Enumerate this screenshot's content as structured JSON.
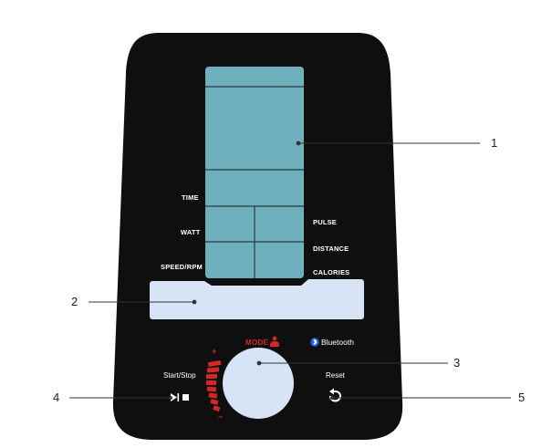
{
  "labels": {
    "time": "TIME",
    "watt": "WATT",
    "speed_rpm": "SPEED/RPM",
    "pulse": "PULSE",
    "distance": "DISTANCE",
    "calories": "CALORIES",
    "mode": "MODE",
    "bluetooth": "Bluetooth",
    "start_stop": "Start/Stop",
    "reset": "Reset",
    "plus": "+",
    "minus": "−"
  },
  "callouts": [
    "1",
    "2",
    "3",
    "4",
    "5"
  ],
  "colors": {
    "console_body": "#0f0f0f",
    "lcd_screen": "#6fb0be",
    "lcd_lines": "#2b3b40",
    "display_strip": "#d6e4f5",
    "knob": "#d6e4f5",
    "accent_red": "#d22a23",
    "leader_line": "#333333"
  },
  "icons": {
    "mode": "person-icon",
    "bluetooth": "bluetooth-icon",
    "start_stop": "play-pause-stop-icon",
    "reset": "reset-arrow-icon"
  }
}
